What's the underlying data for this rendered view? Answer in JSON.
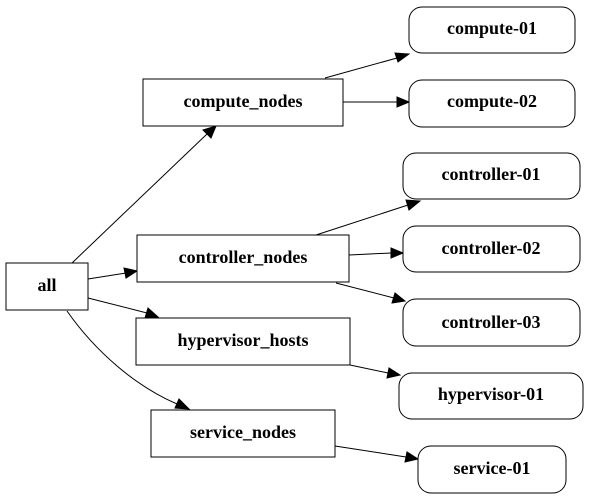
{
  "nodes": {
    "all": {
      "label": "all",
      "shape": "box"
    },
    "compute_nodes": {
      "label": "compute_nodes",
      "shape": "box"
    },
    "controller_nodes": {
      "label": "controller_nodes",
      "shape": "box"
    },
    "hypervisor_hosts": {
      "label": "hypervisor_hosts",
      "shape": "box"
    },
    "service_nodes": {
      "label": "service_nodes",
      "shape": "box"
    },
    "compute_01": {
      "label": "compute-01",
      "shape": "rounded"
    },
    "compute_02": {
      "label": "compute-02",
      "shape": "rounded"
    },
    "controller_01": {
      "label": "controller-01",
      "shape": "rounded"
    },
    "controller_02": {
      "label": "controller-02",
      "shape": "rounded"
    },
    "controller_03": {
      "label": "controller-03",
      "shape": "rounded"
    },
    "hypervisor_01": {
      "label": "hypervisor-01",
      "shape": "rounded"
    },
    "service_01": {
      "label": "service-01",
      "shape": "rounded"
    }
  },
  "edges": [
    {
      "from": "all",
      "to": "compute_nodes"
    },
    {
      "from": "all",
      "to": "controller_nodes"
    },
    {
      "from": "all",
      "to": "hypervisor_hosts"
    },
    {
      "from": "all",
      "to": "service_nodes"
    },
    {
      "from": "compute_nodes",
      "to": "compute_01"
    },
    {
      "from": "compute_nodes",
      "to": "compute_02"
    },
    {
      "from": "controller_nodes",
      "to": "controller_01"
    },
    {
      "from": "controller_nodes",
      "to": "controller_02"
    },
    {
      "from": "controller_nodes",
      "to": "controller_03"
    },
    {
      "from": "hypervisor_hosts",
      "to": "hypervisor_01"
    },
    {
      "from": "service_nodes",
      "to": "service_01"
    }
  ]
}
